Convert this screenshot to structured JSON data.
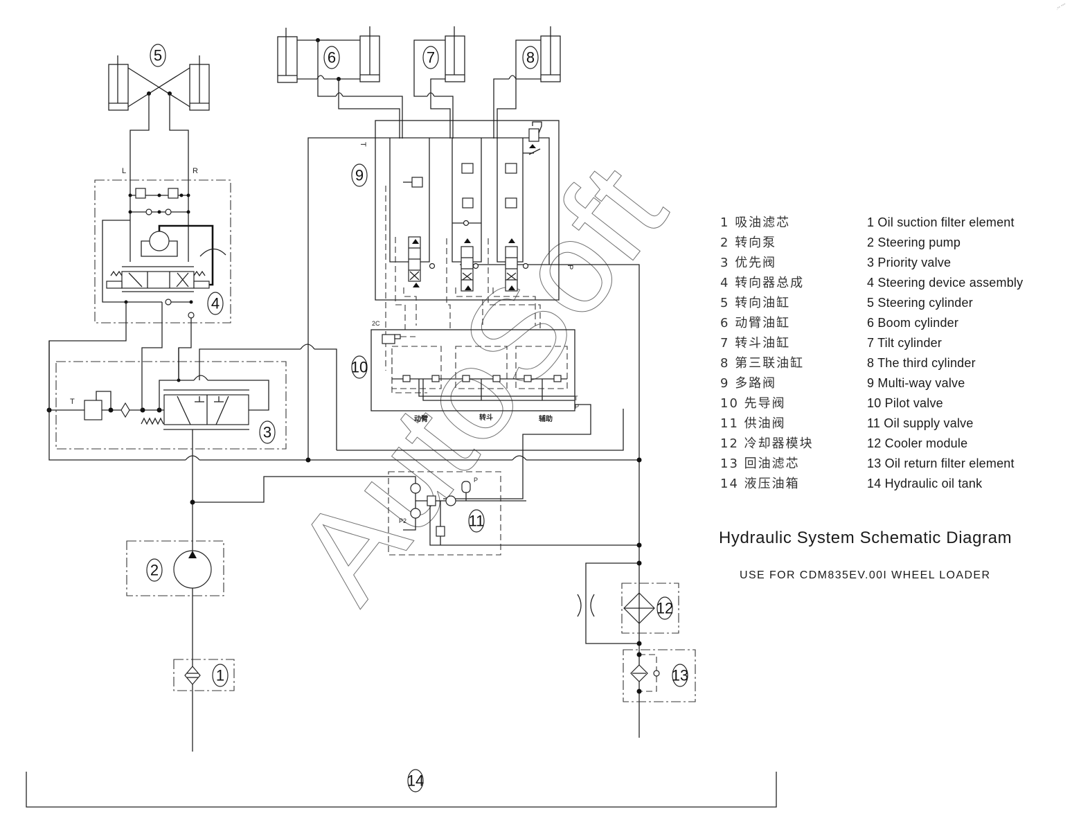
{
  "diagram": {
    "title": "Hydraulic System Schematic Diagram",
    "subtitle": "USE FOR CDM835EV.00I WHEEL LOADER",
    "watermark": "AutoSoft",
    "corner_mark": "·°°  °°°"
  },
  "legend": [
    {
      "num": "1",
      "cn": "吸油滤芯",
      "en": "Oil suction filter element"
    },
    {
      "num": "2",
      "cn": "转向泵",
      "en": "Steering pump"
    },
    {
      "num": "3",
      "cn": "优先阀",
      "en": "Priority valve"
    },
    {
      "num": "4",
      "cn": "转向器总成",
      "en": "Steering device assembly"
    },
    {
      "num": "5",
      "cn": "转向油缸",
      "en": "Steering cylinder"
    },
    {
      "num": "6",
      "cn": "动臂油缸",
      "en": "Boom cylinder"
    },
    {
      "num": "7",
      "cn": "转斗油缸",
      "en": "Tilt cylinder"
    },
    {
      "num": "8",
      "cn": "第三联油缸",
      "en": "The third cylinder"
    },
    {
      "num": "9",
      "cn": "多路阀",
      "en": "Multi-way valve"
    },
    {
      "num": "10",
      "cn": "先导阀",
      "en": "Pilot valve"
    },
    {
      "num": "11",
      "cn": "供油阀",
      "en": "Oil supply valve"
    },
    {
      "num": "12",
      "cn": "冷却器模块",
      "en": "Cooler module"
    },
    {
      "num": "13",
      "cn": "回油滤芯",
      "en": "Oil return filter element"
    },
    {
      "num": "14",
      "cn": "液压油箱",
      "en": "Hydraulic oil tank"
    }
  ],
  "component_labels": {
    "c1": "1",
    "c2": "2",
    "c3": "3",
    "c4": "4",
    "c5": "5",
    "c6": "6",
    "c7": "7",
    "c8": "8",
    "c9": "9",
    "c10": "10",
    "c11": "11",
    "c12": "12",
    "c13": "13",
    "c14": "14"
  },
  "port_labels": {
    "steer_left": "L",
    "steer_right": "R",
    "priority_tank": "T",
    "multiway_tank": "T",
    "multiway_pressure": "P",
    "pilot_tank": "T",
    "pilot_pressure": "P",
    "pilot_2c": "2C",
    "supply_p": "P",
    "supply_p2": "P2"
  },
  "pilot_section_labels": {
    "boom": "动臂",
    "tilt": "转斗",
    "aux": "辅助"
  }
}
